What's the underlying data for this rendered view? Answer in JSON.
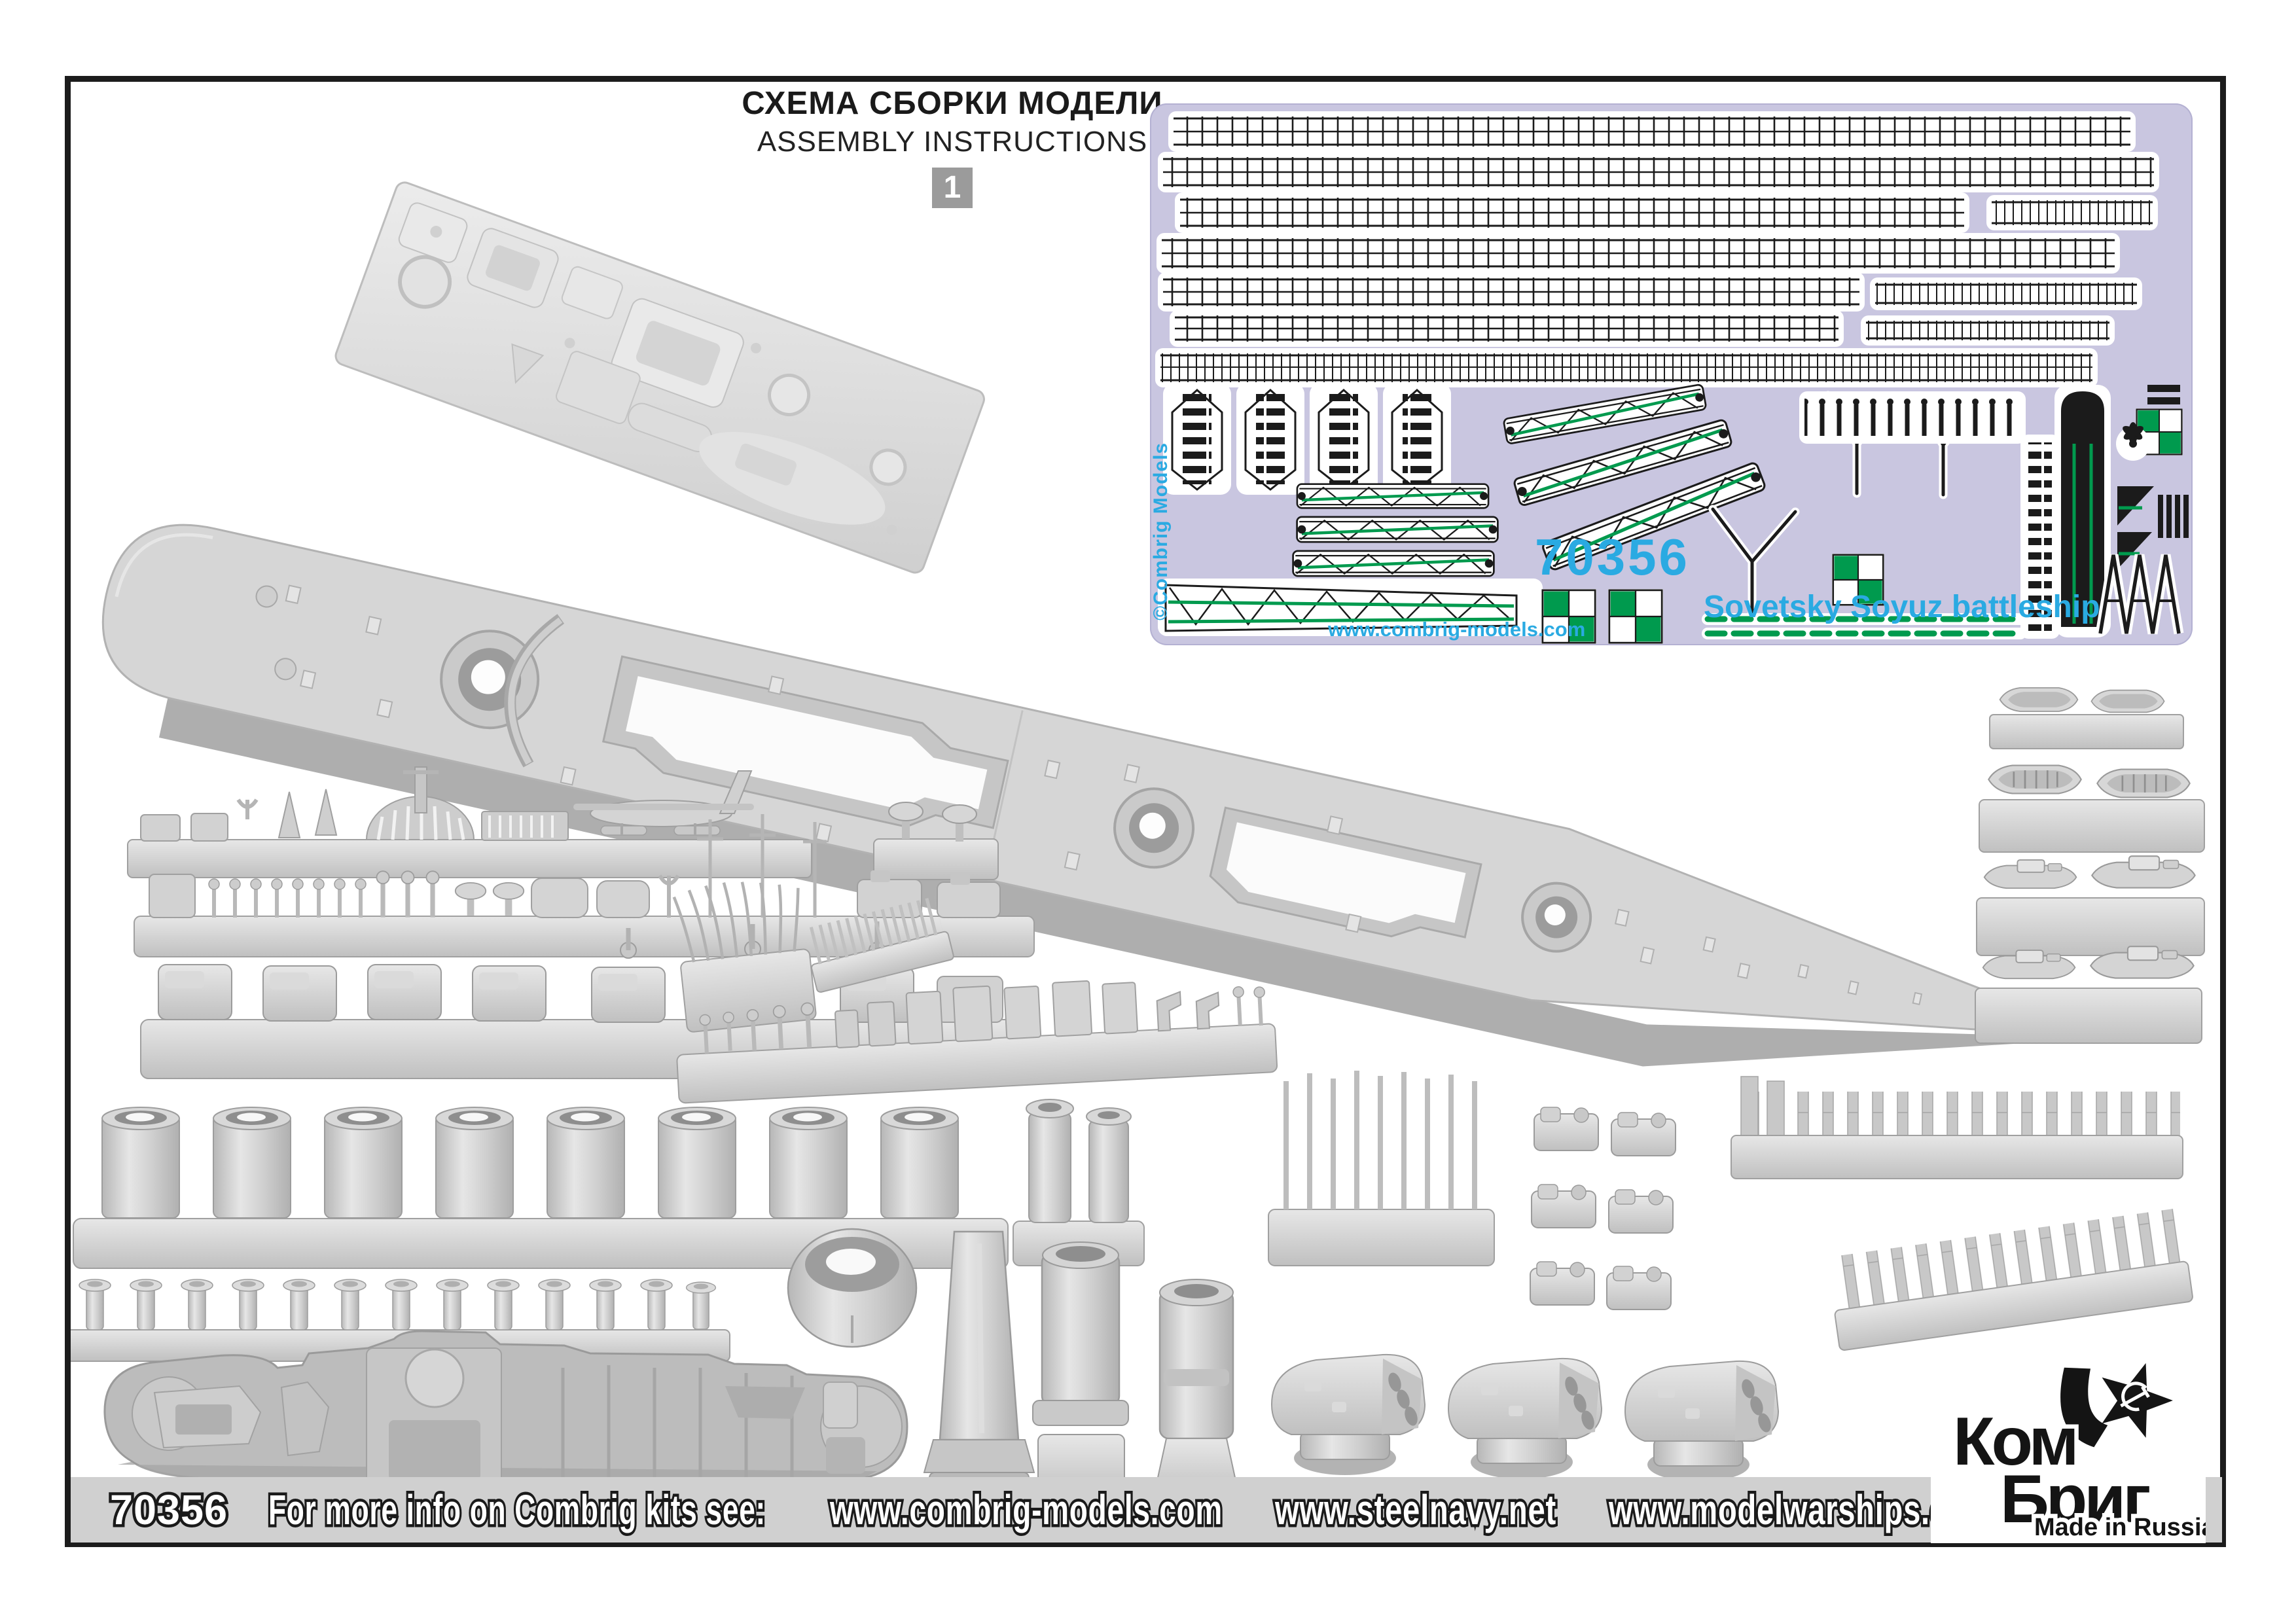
{
  "page": {
    "title_ru": "СХЕМА СБОРКИ МОДЕЛИ",
    "title_en": "ASSEMBLY INSTRUCTIONS",
    "step_badge": "1"
  },
  "fret": {
    "kit_number": "70356",
    "ship_name": "Sovetsky Soyuz battleship",
    "website": "www.combrig-models.com",
    "brand_vertical": "©Combrig Models",
    "colors": {
      "background": "#c9c6e0",
      "line_art": "#1b1b1b",
      "accent_green": "#009a4e",
      "text_blue": "#2aaae2"
    }
  },
  "footer": {
    "kit_number": "70356",
    "info_label": "For more info on Combrig kits see:",
    "links": [
      "www.combrig-models.com",
      "www.steelnavy.net",
      "www.modelwarships.com"
    ],
    "bar_color": "#d0d0d0"
  },
  "logo": {
    "name_top": "Ком",
    "name_bottom": "Бриг",
    "tagline": "Made in Russia"
  }
}
